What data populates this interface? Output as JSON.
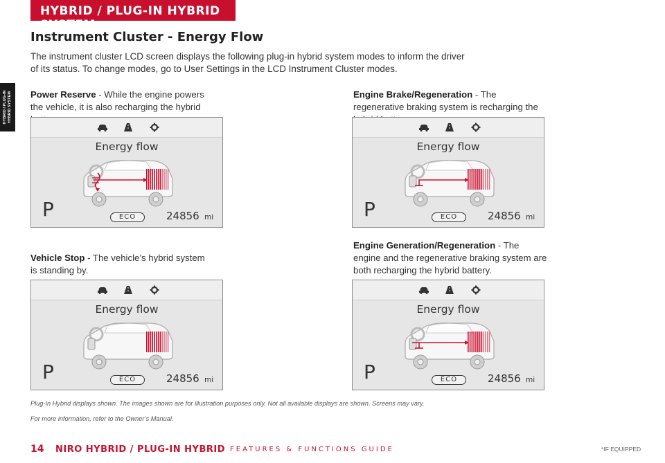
{
  "header": {
    "section_tab": "HYBRID / PLUG-IN HYBRID SYSTEM"
  },
  "side_tab": {
    "line1": "HYBRID / PLUG-IN",
    "line2": "HYBRID SYSTEM"
  },
  "page": {
    "title": "Instrument Cluster - Energy Flow",
    "intro": "The instrument cluster LCD screen displays the following plug-in hybrid system modes to inform the driver of its status. To change modes, go to User Settings in the LCD Instrument Cluster modes."
  },
  "modes": [
    {
      "name": "Power Reserve",
      "description": " - While the engine powers the vehicle, it is also recharging the hybrid battery."
    },
    {
      "name": "Engine Brake/Regeneration",
      "description": " - The regenerative braking system is recharging the hybrid battery."
    },
    {
      "name": "Vehicle Stop",
      "description": " - The vehicle’s hybrid system is standing by."
    },
    {
      "name": "Engine Generation/Regeneration",
      "description": " - The engine and the regenerative braking system are both recharging the hybrid battery."
    }
  ],
  "screen": {
    "icons": [
      "car-icon",
      "road-icon",
      "gear-cog-icon"
    ],
    "title": "Energy flow",
    "gear": "P",
    "drive_mode": "ECO",
    "odometer": "24856",
    "odometer_unit": "mi"
  },
  "colors": {
    "brand_red": "#c8102e",
    "flow_arrow": "#c8102e",
    "screen_bg": "#e6e6e6"
  },
  "footnotes": {
    "disclaimer": "Plug-In Hybrid displays shown. The images shown are for illustration purposes only. Not all available displays are shown. Screens may vary.",
    "reference": "For more information, refer to the Owner’s Manual."
  },
  "footer": {
    "page_number": "14",
    "guide_title": "NIRO HYBRID / PLUG-IN HYBRID",
    "guide_subtitle": "FEATURES & FUNCTIONS GUIDE",
    "note": "*IF EQUIPPED"
  }
}
